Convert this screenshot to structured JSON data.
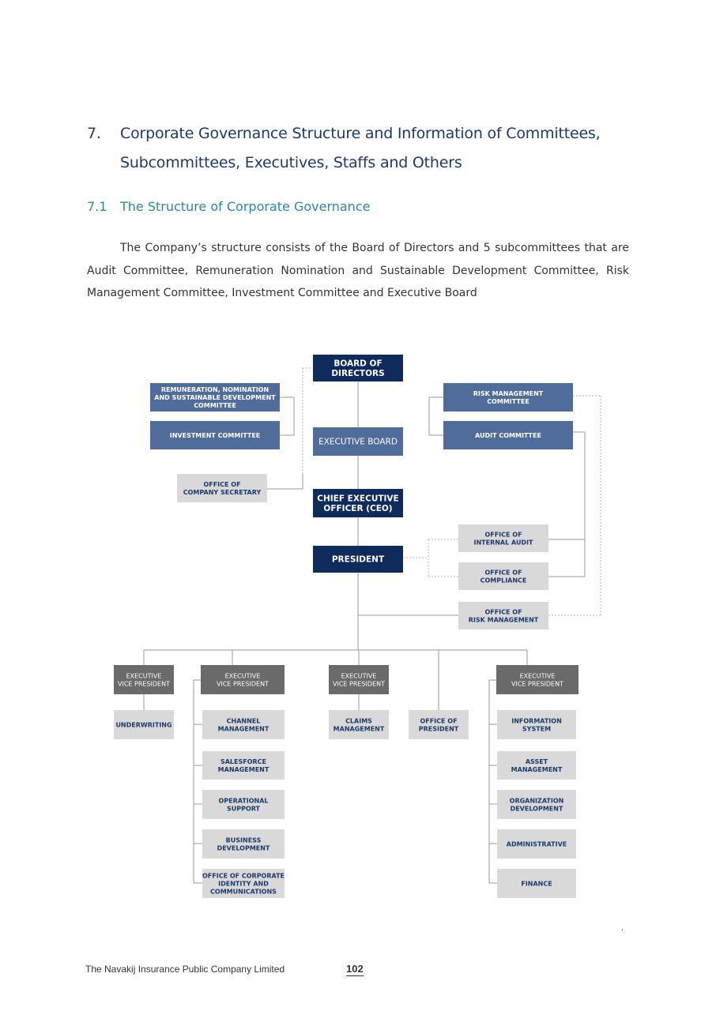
{
  "section": {
    "number": "7.",
    "title_line1": "Corporate Governance Structure and Information of Committees,",
    "title_line2": "Subcommittees, Executives, Staffs and Others"
  },
  "subsection": {
    "number": "7.1",
    "title": "The Structure of Corporate Governance"
  },
  "paragraph": "The Company’s structure consists of the Board of Directors and 5 subcommittees that are Audit Committee, Remuneration Nomination and Sustainable Development Committee, Risk Management Committee, Investment Committee and Executive Board",
  "colors": {
    "navy": "#0f2b5b",
    "steel_blue": "#4f6c9a",
    "gray_box": "#6a6a6a",
    "light_box": "#d9d9d9",
    "heading": "#1b3a6b",
    "subheading": "#2c86a8"
  },
  "org_chart": {
    "board": [
      "BOARD OF",
      "DIRECTORS"
    ],
    "rem_committee": [
      "REMUNERATION, NOMINATION",
      "AND SUSTAINABLE DEVELOPMENT",
      "COMMITTEE"
    ],
    "investment_committee": [
      "INVESTMENT COMMITTEE"
    ],
    "risk_committee": [
      "RISK MANAGEMENT",
      "COMMITTEE"
    ],
    "audit_committee": [
      "AUDIT COMMITTEE"
    ],
    "executive_board": [
      "EXECUTIVE BOARD"
    ],
    "company_secretary": [
      "OFFICE OF",
      "COMPANY SECRETARY"
    ],
    "ceo": [
      "CHIEF EXECUTIVE",
      "OFFICER (CEO)"
    ],
    "internal_audit": [
      "OFFICE OF",
      "INTERNAL AUDIT"
    ],
    "president": [
      "PRESIDENT"
    ],
    "compliance": [
      "OFFICE OF",
      "COMPLIANCE"
    ],
    "risk_office": [
      "OFFICE OF",
      "RISK MANAGEMENT"
    ],
    "evp1": [
      "EXECUTIVE",
      "VICE PRESIDENT"
    ],
    "evp2": [
      "EXECUTIVE",
      "VICE PRESIDENT"
    ],
    "evp3": [
      "EXECUTIVE",
      "VICE PRESIDENT"
    ],
    "evp4": [
      "EXECUTIVE",
      "VICE PRESIDENT"
    ],
    "underwriting": [
      "UNDERWRITING"
    ],
    "channel": [
      "CHANNEL",
      "MANAGEMENT"
    ],
    "salesforce": [
      "SALESFORCE",
      "MANAGEMENT"
    ],
    "operational": [
      "OPERATIONAL",
      "SUPPORT"
    ],
    "business_dev": [
      "BUSINESS",
      "DEVELOPMENT"
    ],
    "corporate_identity": [
      "OFFICE OF CORPORATE",
      "IDENTITY AND",
      "COMMUNICATIONS"
    ],
    "claims": [
      "CLAIMS",
      "MANAGEMENT"
    ],
    "office_president": [
      "OFFICE OF",
      "PRESIDENT"
    ],
    "info_system": [
      "INFORMATION",
      "SYSTEM"
    ],
    "asset": [
      "ASSET",
      "MANAGEMENT"
    ],
    "org_dev": [
      "ORGANIZATION",
      "DEVELOPMENT"
    ],
    "administrative": [
      "ADMINISTRATIVE"
    ],
    "finance": [
      "FINANCE"
    ]
  },
  "footer": {
    "company": "The Navakij Insurance Public Company Limited",
    "page": "102",
    "mark": "."
  }
}
